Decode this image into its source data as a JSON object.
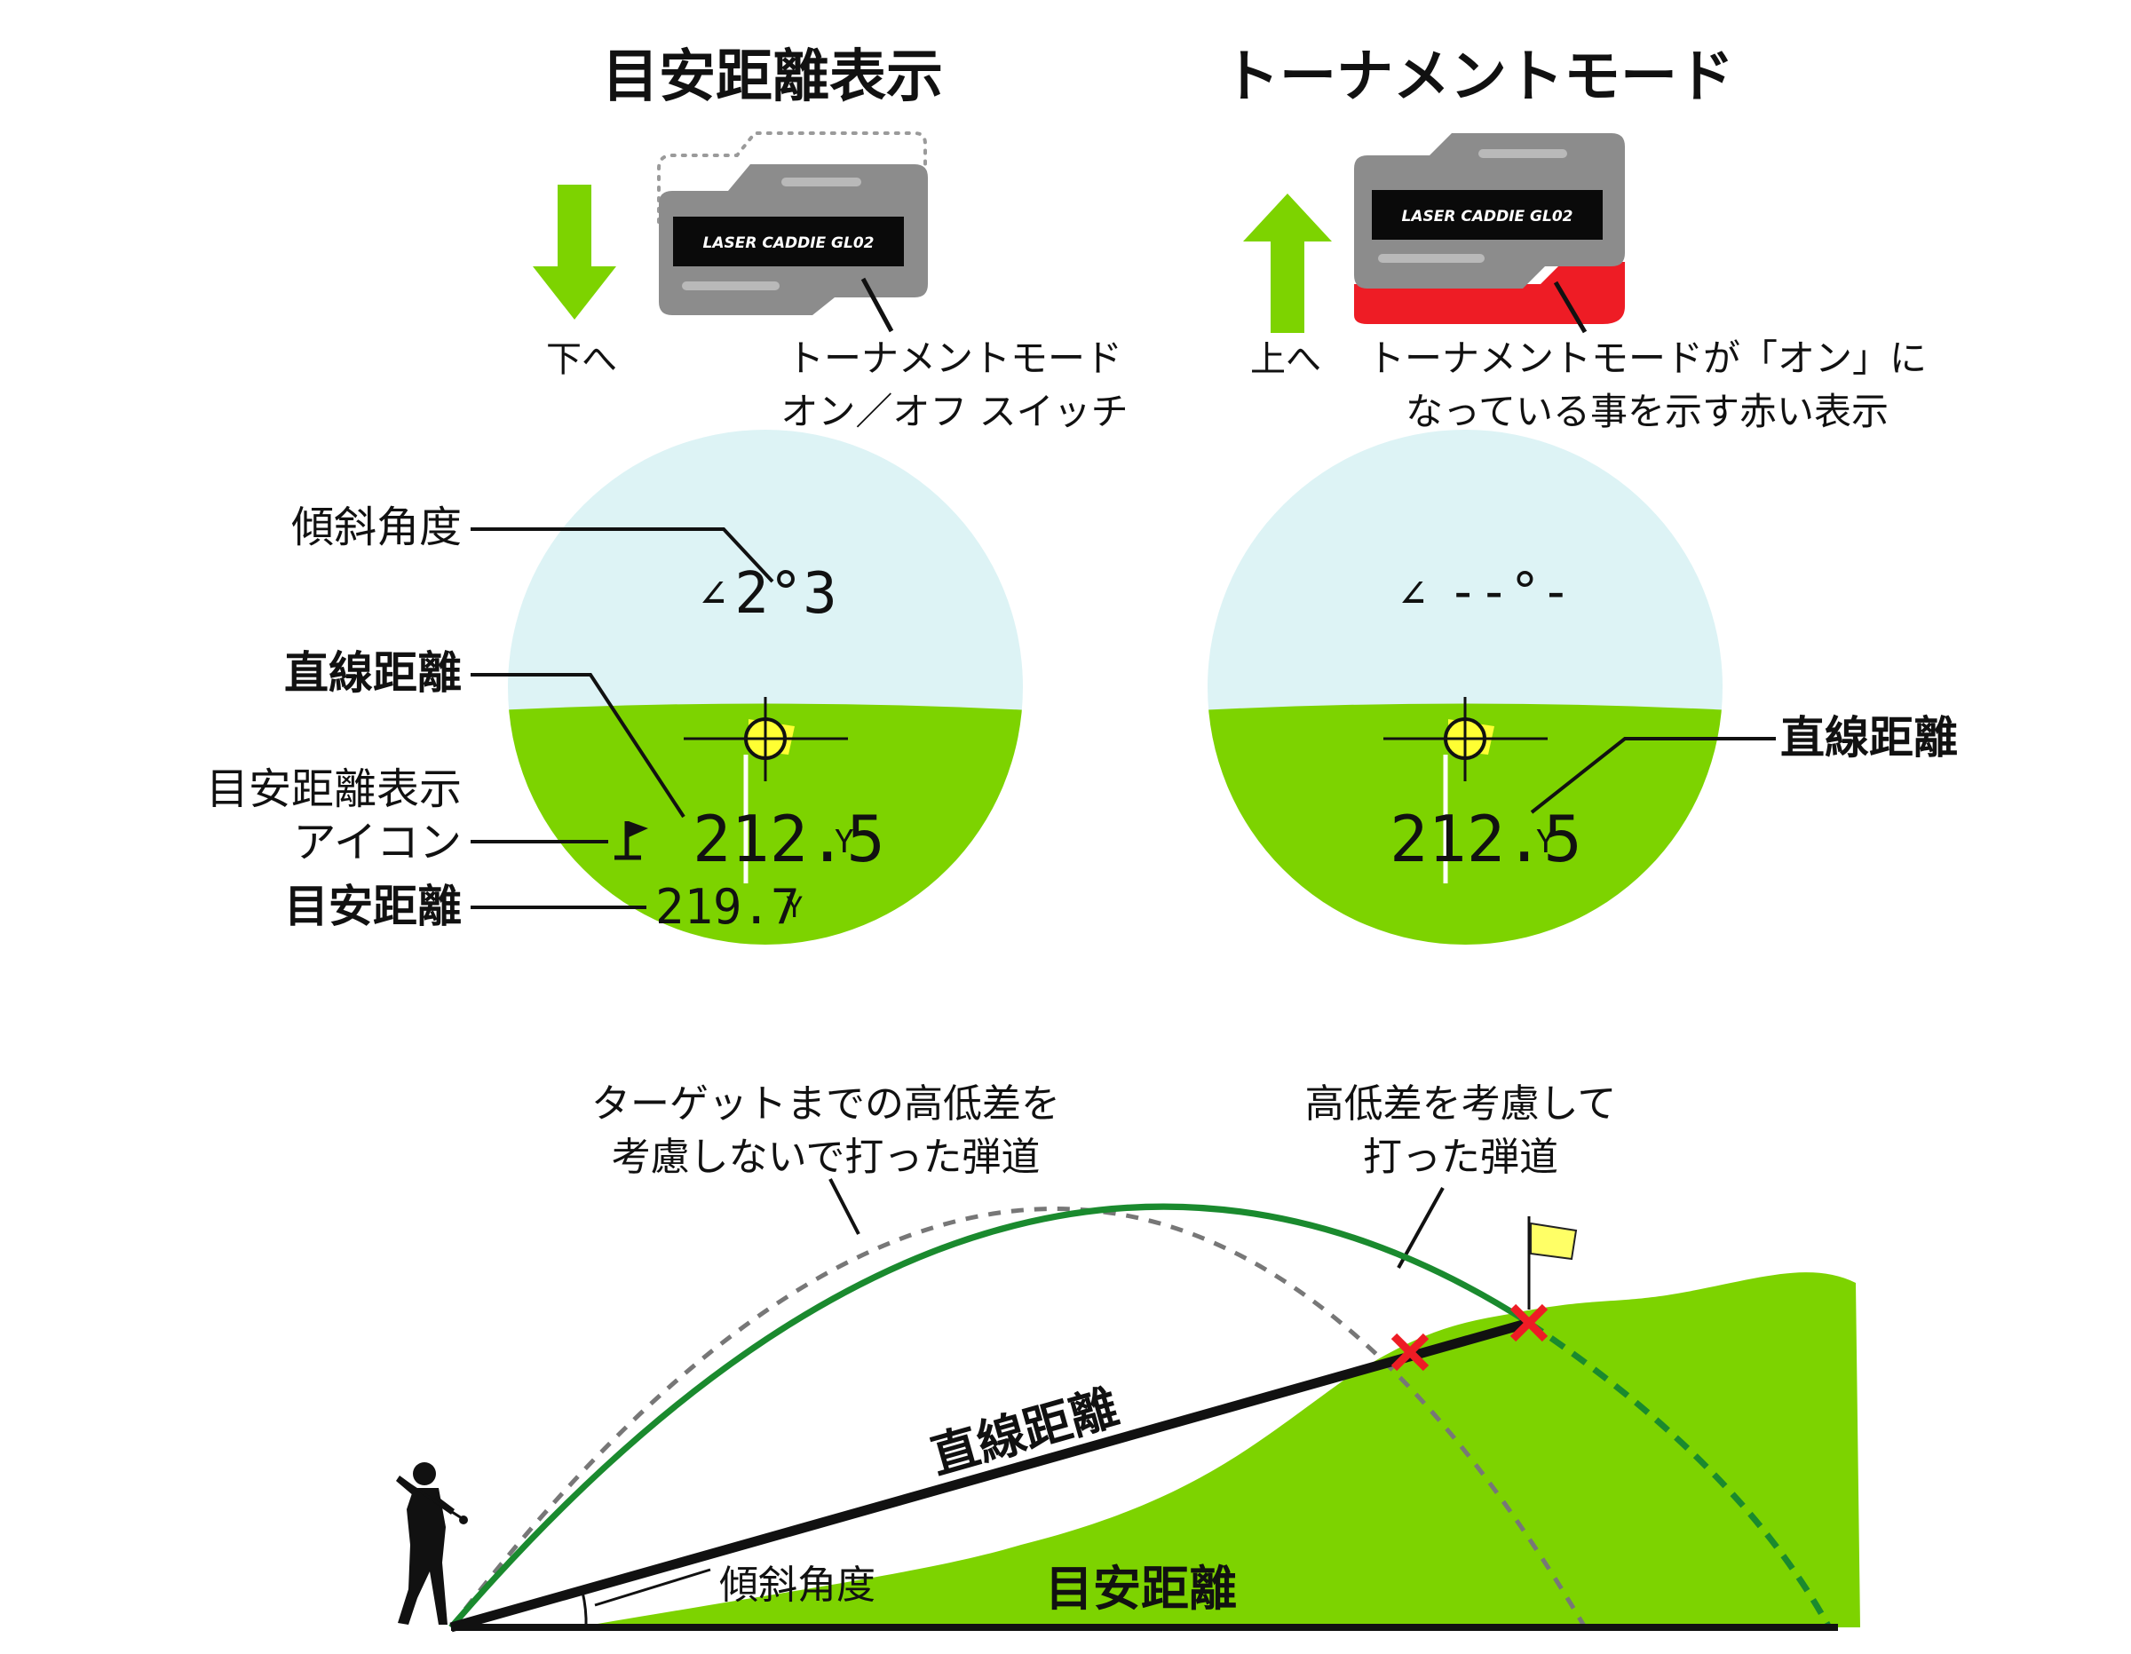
{
  "colors": {
    "green": "#7dd300",
    "sky": "#ddf3f5",
    "dark_green": "#1a8a2e",
    "gray_device": "#8c8c8c",
    "red": "#ee1c25",
    "flag_yellow": "#ffff66",
    "line": "#111111"
  },
  "top": {
    "left_title": "目安距離表示",
    "right_title": "トーナメントモード",
    "down_label": "下へ",
    "up_label": "上へ",
    "switch_caption_1": "トーナメントモード",
    "switch_caption_2": "オン／オフ スイッチ",
    "red_caption_1": "トーナメントモードが「オン」に",
    "red_caption_2": "なっている事を示す赤い表示",
    "device_label": "LASER CADDIE GL02"
  },
  "scope_left": {
    "angle_callout": "傾斜角度",
    "angle_value": "2°3",
    "straight_callout": "直線距離",
    "icon_callout_1": "目安距離表示",
    "icon_callout_2": "アイコン",
    "distance": "212.5",
    "unit": "Y",
    "adjusted_callout": "目安距離",
    "adjusted_distance": "219.7",
    "adjusted_unit": "Y"
  },
  "scope_right": {
    "angle_value": "--°-",
    "distance": "212.5",
    "unit": "Y",
    "straight_callout": "直線距離"
  },
  "bottom": {
    "dashed_caption_1": "ターゲットまでの高低差を",
    "dashed_caption_2": "考慮しないで打った弾道",
    "green_caption_1": "高低差を考慮して",
    "green_caption_2": "打った弾道",
    "straight_label": "直線距離",
    "angle_label": "傾斜角度",
    "guide_label": "目安距離"
  }
}
